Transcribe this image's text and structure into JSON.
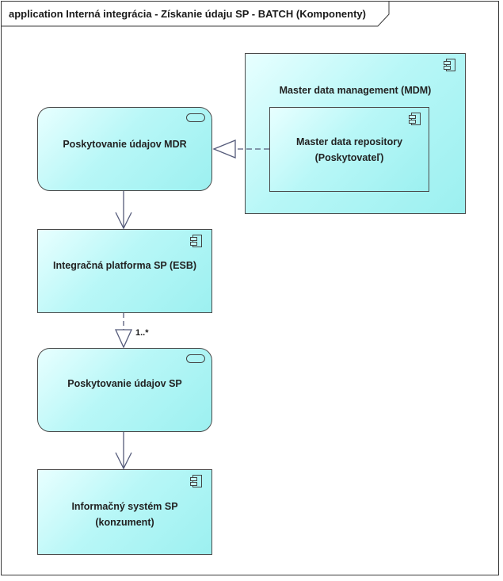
{
  "diagram": {
    "title": "application Interná integrácia - Získanie údaju SP  - BATCH (Komponenty)",
    "nodes": {
      "mdm": {
        "label": "Master data management (MDM)",
        "kind": "component"
      },
      "repo": {
        "line1": "Master data repository",
        "line2": "(Poskytovateľ)",
        "kind": "component"
      },
      "svc_mdr": {
        "label": "Poskytovanie údajov MDR",
        "kind": "service"
      },
      "esb": {
        "label": "Integračná platforma SP (ESB)",
        "kind": "component"
      },
      "svc_sp": {
        "label": "Poskytovanie údajov SP",
        "kind": "service"
      },
      "is_sp": {
        "line1": "Informačný systém SP",
        "line2": "(konzument)",
        "kind": "component"
      }
    },
    "edges": [
      {
        "from": "repo",
        "to": "svc_mdr",
        "type": "realization"
      },
      {
        "from": "svc_mdr",
        "to": "esb",
        "type": "serving"
      },
      {
        "from": "esb",
        "to": "svc_sp",
        "type": "realization",
        "multiplicity": "1..*"
      },
      {
        "from": "svc_sp",
        "to": "is_sp",
        "type": "serving"
      }
    ],
    "colors": {
      "fill": "#9cf0f0",
      "border": "#4a4a4a",
      "edge": "#555b7a"
    }
  }
}
